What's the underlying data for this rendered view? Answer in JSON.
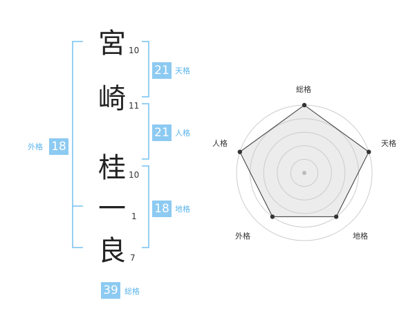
{
  "name": {
    "chars": [
      {
        "char": "宮",
        "strokes": "10"
      },
      {
        "char": "崎",
        "strokes": "11"
      },
      {
        "char": "桂",
        "strokes": "10"
      },
      {
        "char": "一",
        "strokes": "1"
      },
      {
        "char": "良",
        "strokes": "7"
      }
    ]
  },
  "fortunes": {
    "tenkaku": {
      "value": "21",
      "label": "天格"
    },
    "jinkaku": {
      "value": "21",
      "label": "人格"
    },
    "chikaku": {
      "value": "18",
      "label": "地格"
    },
    "gaikaku": {
      "value": "18",
      "label": "外格"
    },
    "soukaku": {
      "value": "39",
      "label": "総格"
    }
  },
  "colors": {
    "accent": "#8ccaf2",
    "accent_text": "#5bb5ec",
    "bracket": "#74c0ef"
  },
  "chart_data": {
    "type": "radar",
    "axes": [
      "総格",
      "天格",
      "地格",
      "外格",
      "人格"
    ],
    "values": [
      5,
      5,
      4,
      4,
      5
    ],
    "max": 5,
    "grid": true
  }
}
